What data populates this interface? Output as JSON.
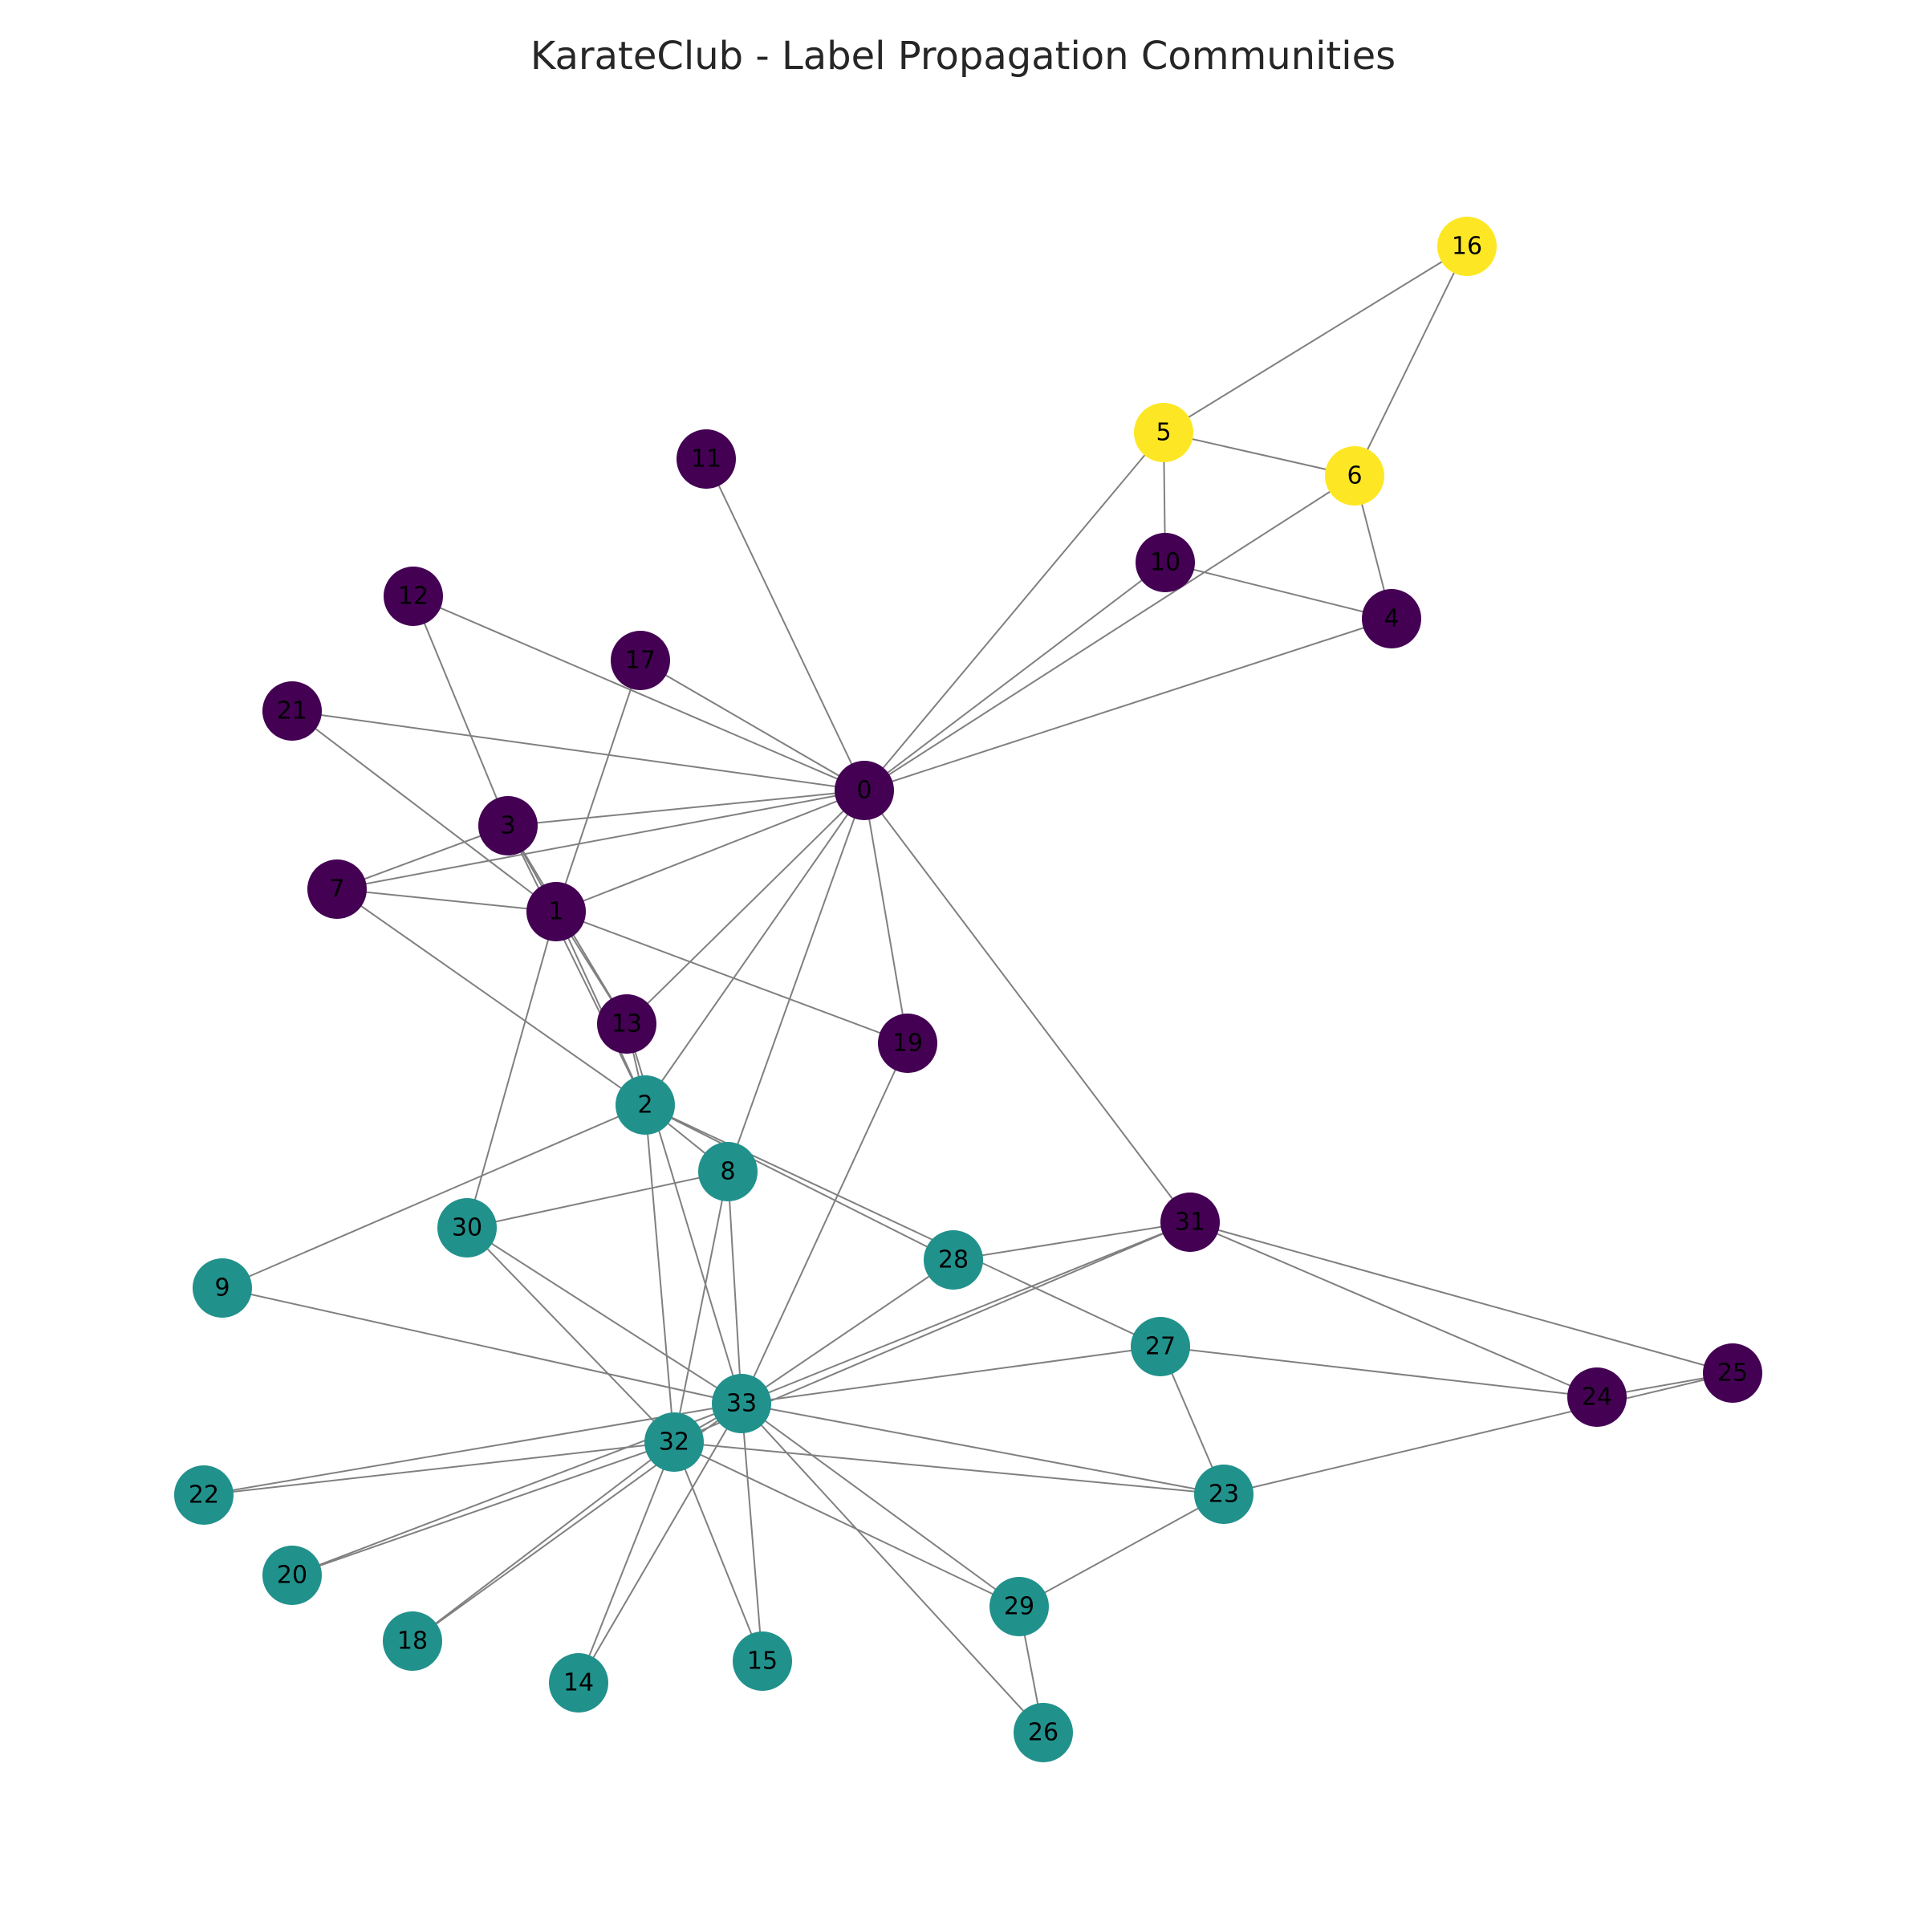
{
  "title": "KarateClub - Label Propagation Communities",
  "community_colors": {
    "A": "#440154",
    "B": "#21918c",
    "C": "#fde725"
  },
  "nodes": [
    {
      "id": "0",
      "community": "A"
    },
    {
      "id": "1",
      "community": "A"
    },
    {
      "id": "2",
      "community": "B"
    },
    {
      "id": "3",
      "community": "A"
    },
    {
      "id": "4",
      "community": "A"
    },
    {
      "id": "5",
      "community": "C"
    },
    {
      "id": "6",
      "community": "C"
    },
    {
      "id": "7",
      "community": "A"
    },
    {
      "id": "8",
      "community": "B"
    },
    {
      "id": "9",
      "community": "B"
    },
    {
      "id": "10",
      "community": "A"
    },
    {
      "id": "11",
      "community": "A"
    },
    {
      "id": "12",
      "community": "A"
    },
    {
      "id": "13",
      "community": "A"
    },
    {
      "id": "14",
      "community": "B"
    },
    {
      "id": "15",
      "community": "B"
    },
    {
      "id": "16",
      "community": "C"
    },
    {
      "id": "17",
      "community": "A"
    },
    {
      "id": "18",
      "community": "B"
    },
    {
      "id": "19",
      "community": "A"
    },
    {
      "id": "20",
      "community": "B"
    },
    {
      "id": "21",
      "community": "A"
    },
    {
      "id": "22",
      "community": "B"
    },
    {
      "id": "23",
      "community": "B"
    },
    {
      "id": "24",
      "community": "A"
    },
    {
      "id": "25",
      "community": "A"
    },
    {
      "id": "26",
      "community": "B"
    },
    {
      "id": "27",
      "community": "B"
    },
    {
      "id": "28",
      "community": "B"
    },
    {
      "id": "29",
      "community": "B"
    },
    {
      "id": "30",
      "community": "B"
    },
    {
      "id": "31",
      "community": "A"
    },
    {
      "id": "32",
      "community": "B"
    },
    {
      "id": "33",
      "community": "B"
    }
  ],
  "edges": [
    [
      "0",
      "1"
    ],
    [
      "0",
      "2"
    ],
    [
      "0",
      "3"
    ],
    [
      "0",
      "4"
    ],
    [
      "0",
      "5"
    ],
    [
      "0",
      "6"
    ],
    [
      "0",
      "7"
    ],
    [
      "0",
      "8"
    ],
    [
      "0",
      "10"
    ],
    [
      "0",
      "11"
    ],
    [
      "0",
      "12"
    ],
    [
      "0",
      "13"
    ],
    [
      "0",
      "17"
    ],
    [
      "0",
      "19"
    ],
    [
      "0",
      "21"
    ],
    [
      "0",
      "31"
    ],
    [
      "1",
      "2"
    ],
    [
      "1",
      "3"
    ],
    [
      "1",
      "7"
    ],
    [
      "1",
      "13"
    ],
    [
      "1",
      "17"
    ],
    [
      "1",
      "19"
    ],
    [
      "1",
      "21"
    ],
    [
      "1",
      "30"
    ],
    [
      "2",
      "3"
    ],
    [
      "2",
      "7"
    ],
    [
      "2",
      "8"
    ],
    [
      "2",
      "9"
    ],
    [
      "2",
      "13"
    ],
    [
      "2",
      "27"
    ],
    [
      "2",
      "28"
    ],
    [
      "2",
      "32"
    ],
    [
      "3",
      "7"
    ],
    [
      "3",
      "12"
    ],
    [
      "3",
      "13"
    ],
    [
      "4",
      "6"
    ],
    [
      "4",
      "10"
    ],
    [
      "5",
      "6"
    ],
    [
      "5",
      "10"
    ],
    [
      "5",
      "16"
    ],
    [
      "6",
      "16"
    ],
    [
      "8",
      "30"
    ],
    [
      "8",
      "32"
    ],
    [
      "8",
      "33"
    ],
    [
      "9",
      "33"
    ],
    [
      "13",
      "33"
    ],
    [
      "14",
      "32"
    ],
    [
      "14",
      "33"
    ],
    [
      "15",
      "32"
    ],
    [
      "15",
      "33"
    ],
    [
      "18",
      "32"
    ],
    [
      "18",
      "33"
    ],
    [
      "19",
      "33"
    ],
    [
      "20",
      "32"
    ],
    [
      "20",
      "33"
    ],
    [
      "22",
      "32"
    ],
    [
      "22",
      "33"
    ],
    [
      "23",
      "25"
    ],
    [
      "23",
      "27"
    ],
    [
      "23",
      "29"
    ],
    [
      "23",
      "32"
    ],
    [
      "23",
      "33"
    ],
    [
      "24",
      "25"
    ],
    [
      "24",
      "27"
    ],
    [
      "24",
      "31"
    ],
    [
      "25",
      "31"
    ],
    [
      "26",
      "29"
    ],
    [
      "26",
      "33"
    ],
    [
      "27",
      "33"
    ],
    [
      "28",
      "31"
    ],
    [
      "28",
      "33"
    ],
    [
      "29",
      "32"
    ],
    [
      "29",
      "33"
    ],
    [
      "30",
      "32"
    ],
    [
      "30",
      "33"
    ],
    [
      "31",
      "32"
    ],
    [
      "31",
      "33"
    ],
    [
      "32",
      "33"
    ]
  ]
}
